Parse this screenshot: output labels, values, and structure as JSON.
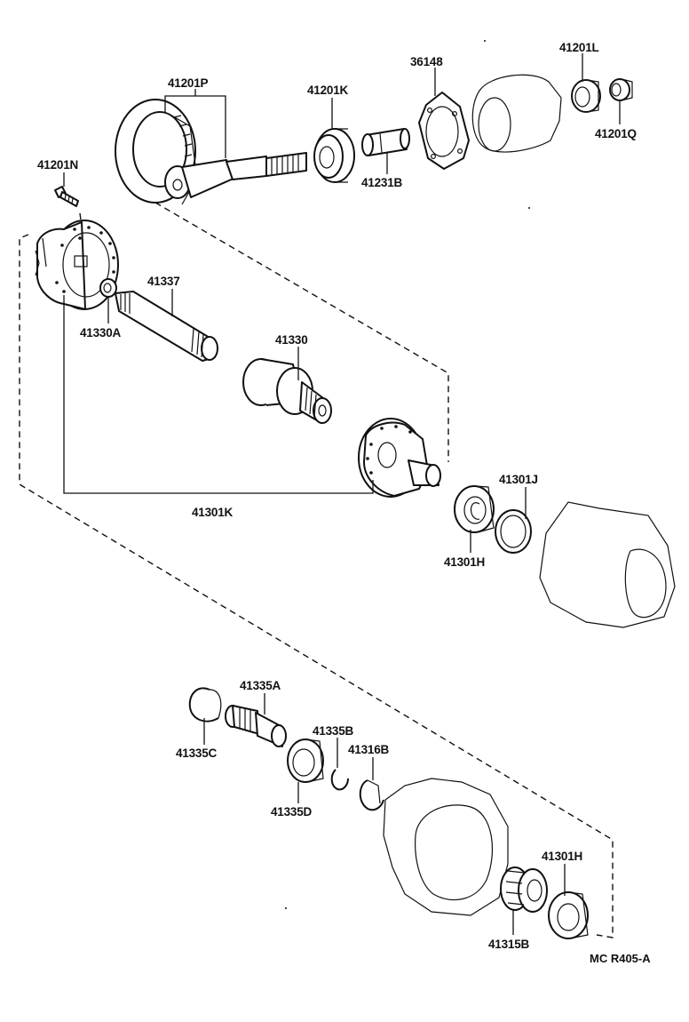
{
  "diagram_code": "MC R405-A",
  "callouts": [
    {
      "id": "p41201P",
      "text": "41201P"
    },
    {
      "id": "p41201K",
      "text": "41201K"
    },
    {
      "id": "p36148",
      "text": "36148"
    },
    {
      "id": "p41201L",
      "text": "41201L"
    },
    {
      "id": "p41201Q",
      "text": "41201Q"
    },
    {
      "id": "p41231B",
      "text": "41231B"
    },
    {
      "id": "p41201N",
      "text": "41201N"
    },
    {
      "id": "p41337",
      "text": "41337"
    },
    {
      "id": "p41330A",
      "text": "41330A"
    },
    {
      "id": "p41330",
      "text": "41330"
    },
    {
      "id": "p41301J",
      "text": "41301J"
    },
    {
      "id": "p41301H_top",
      "text": "41301H"
    },
    {
      "id": "p41301K",
      "text": "41301K"
    },
    {
      "id": "p41335A",
      "text": "41335A"
    },
    {
      "id": "p41335C",
      "text": "41335C"
    },
    {
      "id": "p41335B",
      "text": "41335B"
    },
    {
      "id": "p41316B",
      "text": "41316B"
    },
    {
      "id": "p41335D",
      "text": "41335D"
    },
    {
      "id": "p41301H_bottom",
      "text": "41301H"
    },
    {
      "id": "p41315B",
      "text": "41315B"
    }
  ]
}
